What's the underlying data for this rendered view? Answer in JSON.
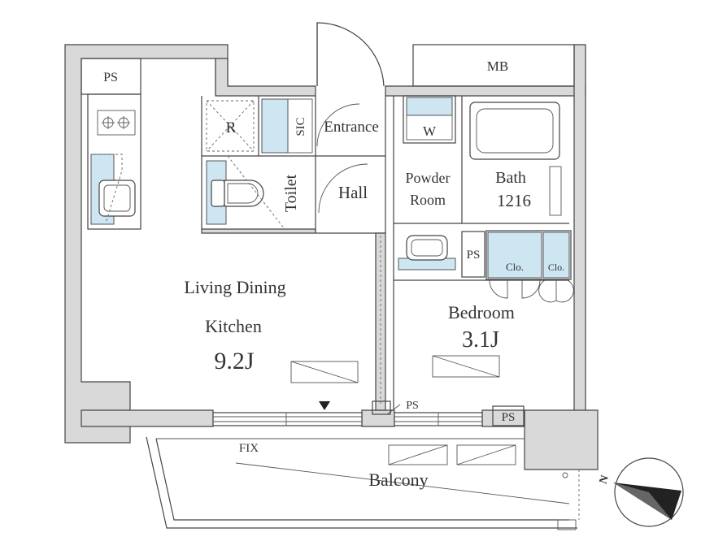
{
  "rooms": {
    "ldk": {
      "line1": "Living Dining",
      "line2": "Kitchen",
      "size": "9.2J"
    },
    "bedroom": {
      "label": "Bedroom",
      "size": "3.1J"
    },
    "entrance": "Entrance",
    "hall": "Hall",
    "toilet": "Toilet",
    "sic": "SIC",
    "powder": {
      "line1": "Powder",
      "line2": "Room"
    },
    "bath": {
      "label": "Bath",
      "size": "1216"
    },
    "balcony": "Balcony",
    "w": "W",
    "r": "R",
    "clo1": "Clo.",
    "clo2": "Clo.",
    "mb": "MB",
    "ps_top": "PS",
    "ps_mid": "PS",
    "ps_window": "PS",
    "ps_right": "PS",
    "fix": "FIX",
    "north": "N"
  },
  "colors": {
    "wall": "#d9d9d9",
    "storage_blue": "#cde6f2",
    "line": "#444444"
  }
}
